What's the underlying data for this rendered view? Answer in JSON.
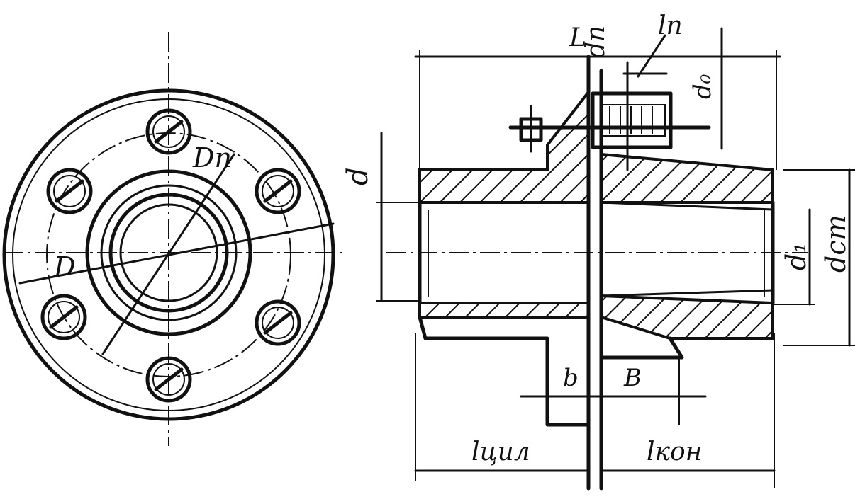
{
  "labels": {
    "d": "d",
    "D": "D",
    "Dm": "Dп",
    "L": "L",
    "dn": "dп",
    "ln": "lп",
    "d0": "d₀",
    "d1": "d₁",
    "dct": "dст",
    "b": "b",
    "B": "B",
    "l_cyl": "lцил",
    "l_con": "lкон"
  },
  "colors": {
    "ink": "#111111",
    "paper": "#ffffff"
  }
}
